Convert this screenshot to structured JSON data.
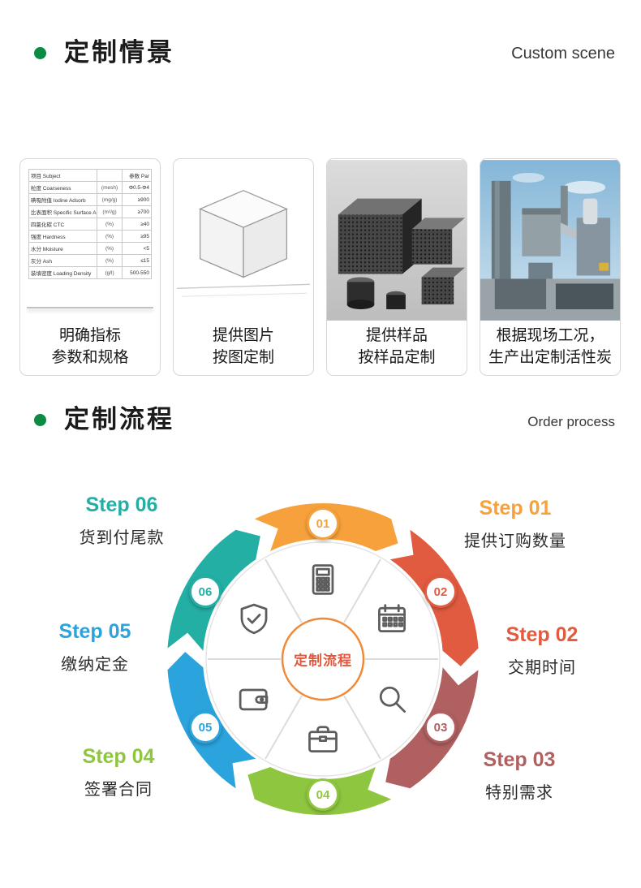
{
  "custom_scene": {
    "bullet_color": "#0e8a44",
    "title": "定制情景",
    "subtitle": "Custom scene",
    "cards": [
      {
        "name": "spec-card",
        "caption": [
          "明确指标",
          "参数和规格"
        ]
      },
      {
        "name": "drawing-card",
        "caption": [
          "提供图片",
          "按图定制"
        ]
      },
      {
        "name": "sample-card",
        "caption": [
          "提供样品",
          "按样品定制"
        ]
      },
      {
        "name": "factory-card",
        "caption": [
          "根据现场工况，",
          "生产出定制活性炭"
        ]
      }
    ],
    "spec_table": {
      "rows": [
        [
          "项目 Subject",
          "",
          "参数 Par"
        ],
        [
          "粒度 Coarseness",
          "(mesh)",
          "Φ0.5-Φ4"
        ],
        [
          "碘吸附值 Iodine Adsorb",
          "(mg/g)",
          "≥900"
        ],
        [
          "比表面积 Specific Surface Area",
          "(m²/g)",
          "≥700"
        ],
        [
          "四氯化碳 CTC",
          "(%)",
          "≥40"
        ],
        [
          "强度 Hardness",
          "(%)",
          "≥95"
        ],
        [
          "水分 Moisture",
          "(%)",
          "<5"
        ],
        [
          "灰分 Ash",
          "(%)",
          "≤15"
        ],
        [
          "装填密度 Loading Density",
          "(g/l)",
          "500-550"
        ]
      ]
    }
  },
  "order_process": {
    "bullet_color": "#0e8a44",
    "title": "定制流程",
    "subtitle": "Order process",
    "center_label": "定制流程",
    "center_color": "#e4573d",
    "ring_color": "#ef8a3b",
    "steps": [
      {
        "num": "01",
        "label": "Step 01",
        "desc": "提供订购数量",
        "color": "#f6a13c",
        "angle": 0,
        "icon": "calculator-icon"
      },
      {
        "num": "02",
        "label": "Step 02",
        "desc": "交期时间",
        "color": "#e05b3f",
        "angle": 60,
        "icon": "calendar-icon"
      },
      {
        "num": "03",
        "label": "Step 03",
        "desc": "特别需求",
        "color": "#b06060",
        "angle": 120,
        "icon": "magnifier-icon"
      },
      {
        "num": "04",
        "label": "Step 04",
        "desc": "签署合同",
        "color": "#8fc640",
        "angle": 180,
        "icon": "briefcase-icon"
      },
      {
        "num": "05",
        "label": "Step 05",
        "desc": "缴纳定金",
        "color": "#2ba3dc",
        "angle": 240,
        "icon": "wallet-icon"
      },
      {
        "num": "06",
        "label": "Step 06",
        "desc": "货到付尾款",
        "color": "#24afa5",
        "angle": 300,
        "icon": "shield-check-icon"
      }
    ]
  }
}
